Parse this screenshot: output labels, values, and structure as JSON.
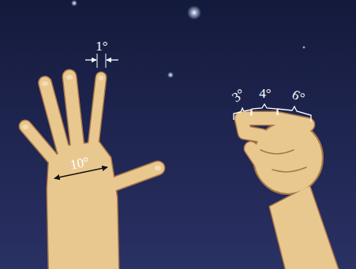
{
  "diagram": {
    "labels": [
      "1°",
      "10°",
      "3°",
      "4°",
      "6°"
    ]
  }
}
